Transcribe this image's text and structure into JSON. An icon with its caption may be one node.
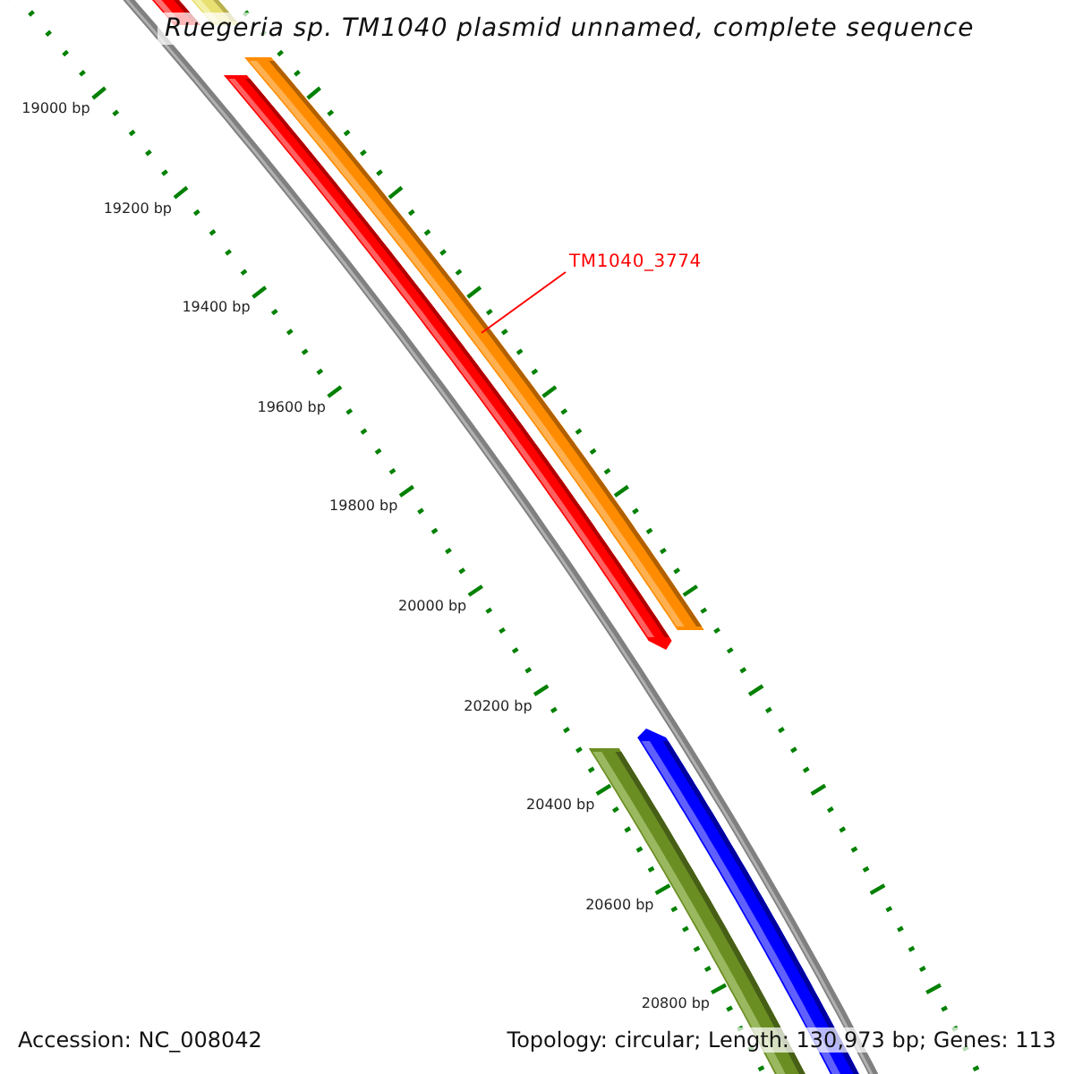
{
  "diagram": {
    "title": "Ruegeria sp. TM1040 plasmid unnamed, complete sequence",
    "nodes": [
      {
        "text": [
          "TM1040_3774"
        ]
      },
      {
        "text": [],
        "shape": "bar"
      }
    ],
    "edges": [
      {
        "from": 0,
        "to": 1,
        "arrow": "none",
        "color": "#ff0000"
      }
    ],
    "labels": [
      "19000 bp",
      "19200 bp",
      "19400 bp",
      "19600 bp",
      "19800 bp",
      "20000 bp",
      "20200 bp",
      "20400 bp",
      "20600 bp",
      "20800 bp",
      "Accession: NC_008042",
      "Topology: circular; Length: 130,973 bp; Genes: 113"
    ]
  }
}
